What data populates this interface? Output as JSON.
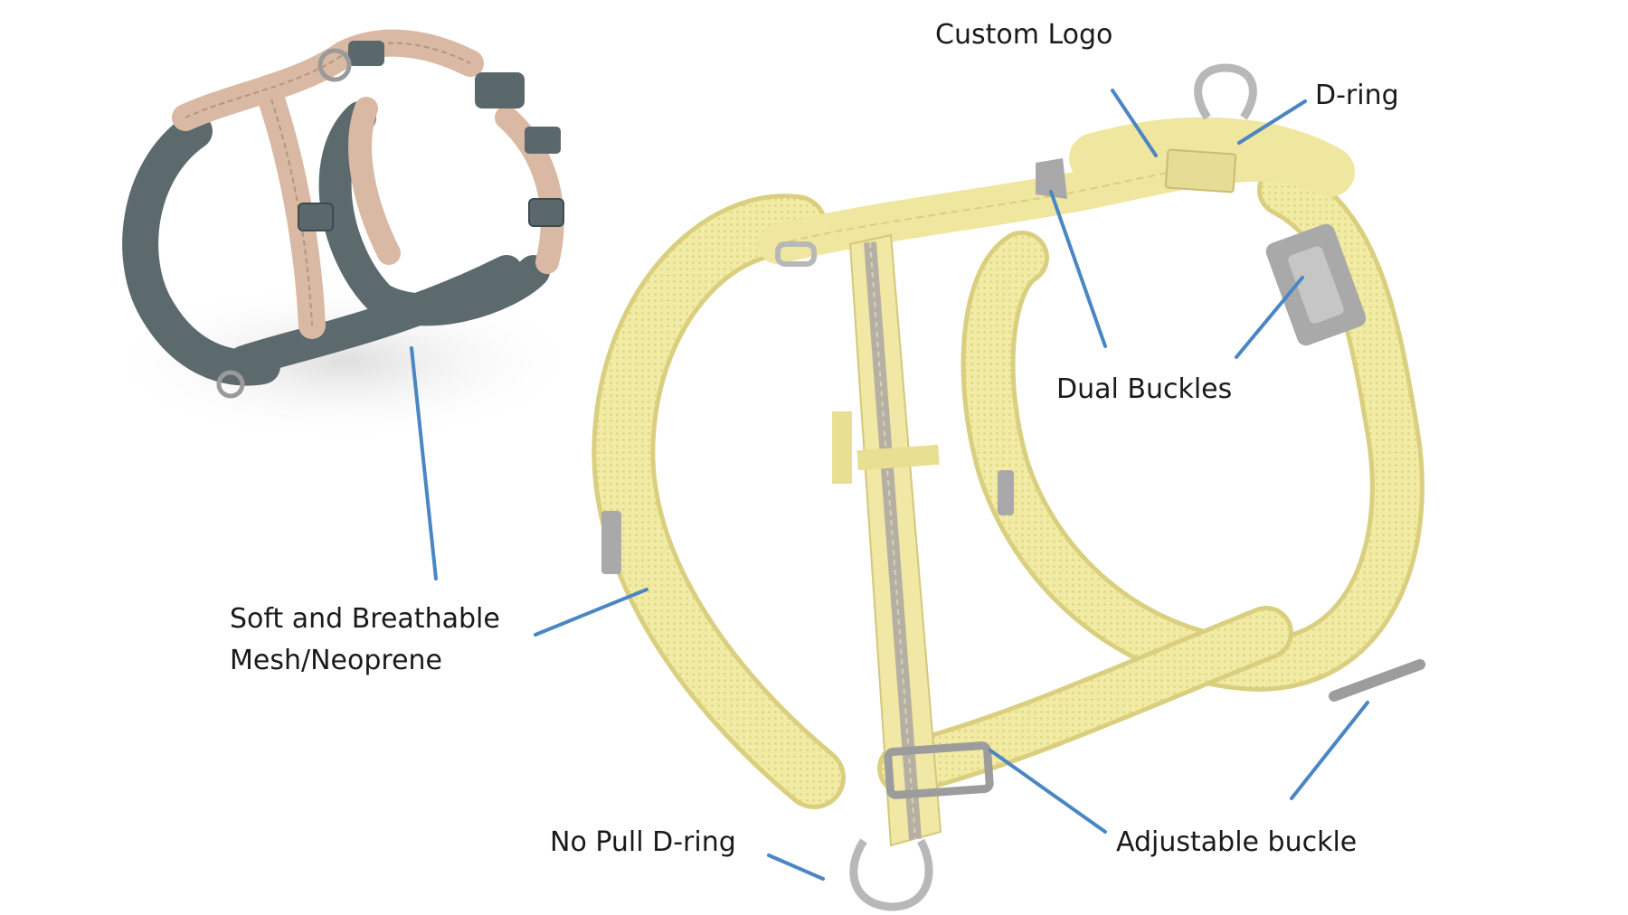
{
  "labels": {
    "mesh_line1": "Soft and Breathable",
    "mesh_line2": "Mesh/Neoprene",
    "custom_logo": "Custom Logo",
    "d_ring": "D-ring",
    "dual_buckles": "Dual Buckles",
    "no_pull_d_ring": "No Pull D-ring",
    "adjustable_buckle": "Adjustable buckle"
  },
  "colors": {
    "leader_line": "#4a86c4",
    "yellow_harness": "#f1eaa1",
    "yellow_edge": "#d9cf7e",
    "tan_strap": "#d8b8a2",
    "grey_padding": "#5d6b6e",
    "hardware_grey": "#a9a9a9",
    "reflective_stripe": "#b5b0a1"
  }
}
